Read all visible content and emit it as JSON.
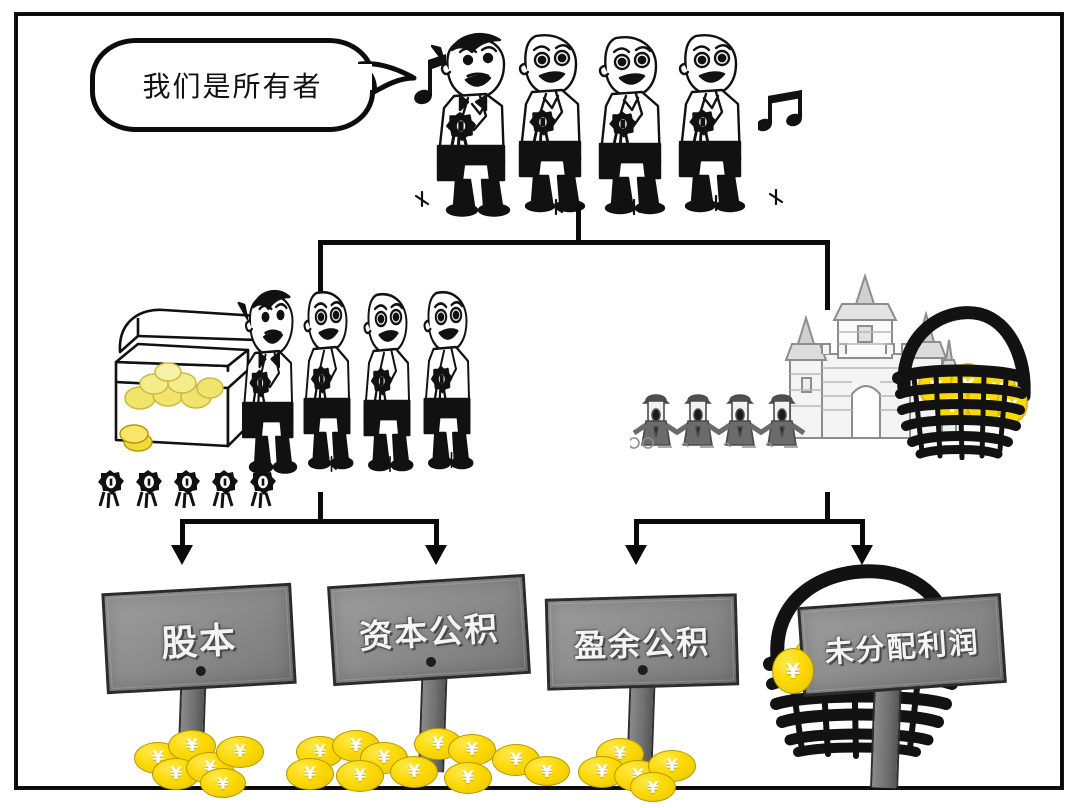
{
  "meta": {
    "title": "所有者权益构成图",
    "background_color": "#ffffff",
    "frame_color": "#111111"
  },
  "speech_bubble": {
    "text": "我们是所有者",
    "tail_direction": "right"
  },
  "top_group": {
    "name": "owners-choir",
    "figure_count": 4,
    "description": "singing-men-in-tuxedos",
    "badge_count": 4,
    "music_notes": [
      "eighth-note",
      "beamed-eighth-notes"
    ]
  },
  "middle_left": {
    "name": "shareholders-with-treasure-chest",
    "figure_count": 4,
    "chest_label": "treasure-chest",
    "loose_coin_count": 2,
    "ribbon_badge_count": 5
  },
  "middle_right": {
    "name": "castle-and-basket",
    "figure_count": 4,
    "building": "castle",
    "container": "coin-basket",
    "basket_coin_count": 6,
    "coin_symbol": "¥"
  },
  "signs": [
    {
      "id": "sign-share-capital",
      "label": "股本",
      "coin_pile": 6,
      "coin_symbol": "¥"
    },
    {
      "id": "sign-capital-reserve",
      "label": "资本公积",
      "coin_pile": 11,
      "coin_symbol": "¥"
    },
    {
      "id": "sign-surplus-reserve",
      "label": "盈余公积",
      "coin_pile": 5,
      "coin_symbol": "¥"
    },
    {
      "id": "sign-undistributed-profit",
      "label": "未分配利润",
      "coin_pile": 1,
      "coin_symbol": "¥"
    }
  ],
  "colors": {
    "sign_face": "#8f8f8f",
    "sign_text": "#f4f4f4",
    "coin_gold": "#fcd905",
    "ink": "#0a0a0a",
    "castle_gray": "#9a9a9a"
  },
  "connectors": {
    "root_to_row2": "vertical-then-split",
    "row2_left_split": 2,
    "row2_right_split": 2,
    "arrow_count": 4
  }
}
